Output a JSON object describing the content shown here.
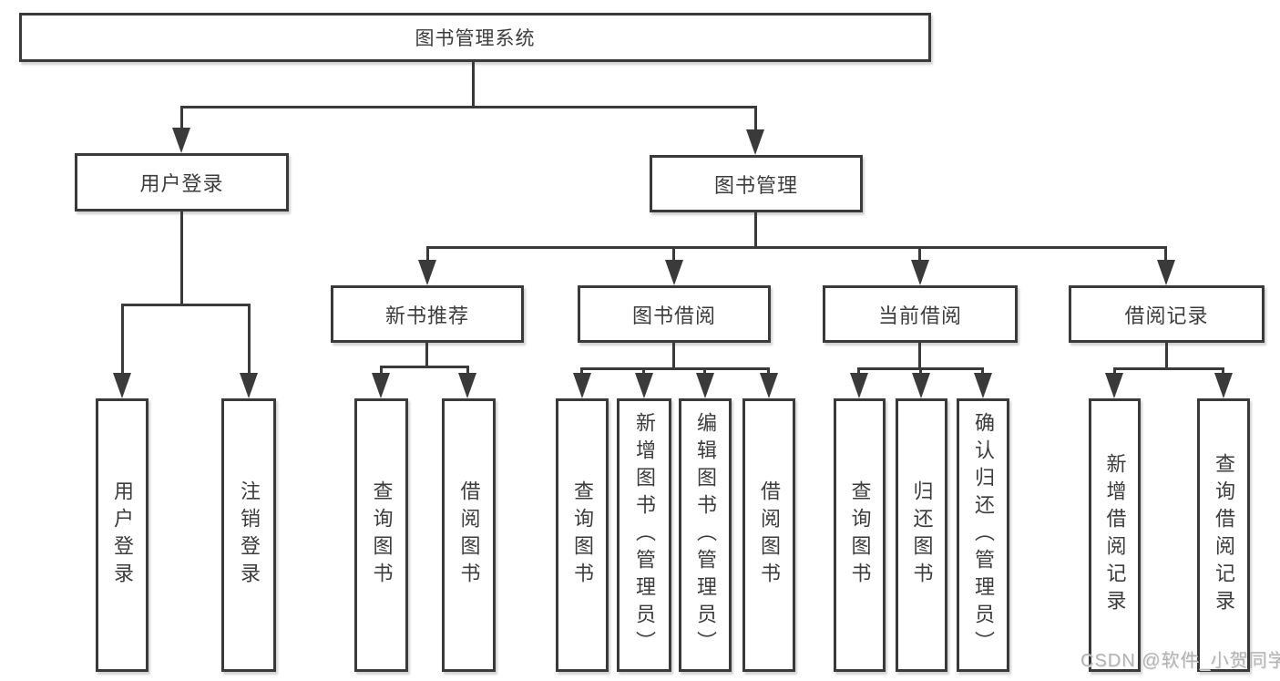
{
  "diagram": {
    "type": "hierarchy-tree",
    "nodes": {
      "root": {
        "label": "图书管理系统"
      },
      "level2": [
        {
          "id": "user-login",
          "label": "用户登录"
        },
        {
          "id": "book-management",
          "label": "图书管理"
        }
      ],
      "level3": [
        {
          "id": "new-book-recommend",
          "label": "新书推荐",
          "parent": "图书管理"
        },
        {
          "id": "book-borrowing",
          "label": "图书借阅",
          "parent": "图书管理"
        },
        {
          "id": "current-borrowing",
          "label": "当前借阅",
          "parent": "图书管理"
        },
        {
          "id": "borrowing-records",
          "label": "借阅记录",
          "parent": "图书管理"
        }
      ],
      "leaves": [
        {
          "id": "leaf-user-login",
          "label": "用户登录",
          "parent": "用户登录"
        },
        {
          "id": "leaf-logout",
          "label": "注销登录",
          "parent": "用户登录"
        },
        {
          "id": "leaf-nb-query-book",
          "label": "查询图书",
          "parent": "新书推荐"
        },
        {
          "id": "leaf-nb-borrow-book",
          "label": "借阅图书",
          "parent": "新书推荐"
        },
        {
          "id": "leaf-bb-query-book",
          "label": "查询图书",
          "parent": "图书借阅"
        },
        {
          "id": "leaf-bb-add-book",
          "label": "新增图书（管理员）",
          "parent": "图书借阅"
        },
        {
          "id": "leaf-bb-edit-book",
          "label": "编辑图书（管理员）",
          "parent": "图书借阅"
        },
        {
          "id": "leaf-bb-borrow-book",
          "label": "借阅图书",
          "parent": "图书借阅"
        },
        {
          "id": "leaf-cb-query-book",
          "label": "查询图书",
          "parent": "当前借阅"
        },
        {
          "id": "leaf-cb-return-book",
          "label": "归还图书",
          "parent": "当前借阅"
        },
        {
          "id": "leaf-cb-confirm-return",
          "label": "确认归还（管理员）",
          "parent": "当前借阅"
        },
        {
          "id": "leaf-br-add-record",
          "label": "新增借阅记录",
          "parent": "借阅记录"
        },
        {
          "id": "leaf-br-query-record",
          "label": "查询借阅记录",
          "parent": "借阅记录"
        }
      ]
    }
  },
  "watermark": {
    "text": "CSDN @软件_小贺同学"
  },
  "colors": {
    "border": "#3a3a3a",
    "line": "#3a3a3a",
    "text": "#3c3c3c",
    "watermark": "#b3b3b3",
    "bg": "#ffffff"
  }
}
